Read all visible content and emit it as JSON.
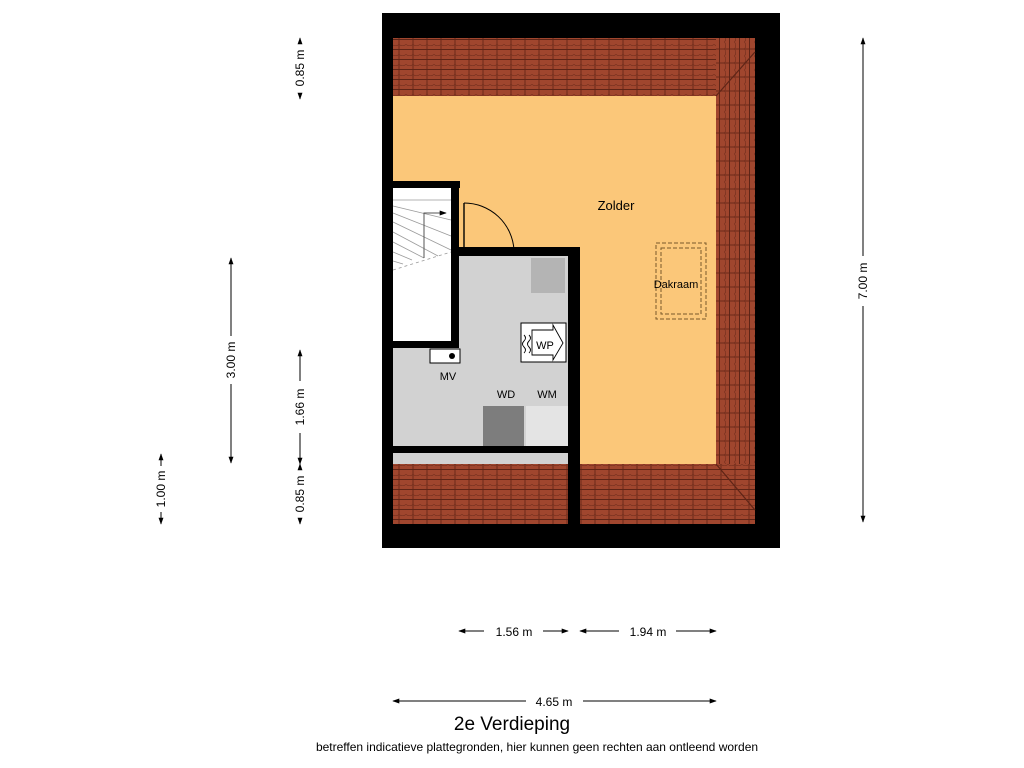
{
  "plan": {
    "title": "2e Verdieping",
    "disclaimer": "betreffen indicatieve plattegronden, hier kunnen geen rechten aan ontleend worden",
    "rooms": {
      "attic": "Zolder",
      "skylight": "Dakraam"
    },
    "appliances": {
      "heat_pump": "WP",
      "dryer": "WD",
      "washer": "WM",
      "ventilation": "MV"
    },
    "dimensions": {
      "top_overhang": "0.85 m",
      "stair_height": "3.00 m",
      "utility_depth": "1.66 m",
      "bottom_overhang": "0.85 m",
      "left_small": "1.00 m",
      "total_depth": "7.00 m",
      "width_left": "1.56 m",
      "width_right": "1.94 m",
      "total_width": "4.65 m"
    },
    "colors": {
      "wall": "#000000",
      "attic_floor": "#fbc779",
      "utility_floor": "#d2d2d2",
      "roof_tiles": "#a0462e"
    }
  }
}
